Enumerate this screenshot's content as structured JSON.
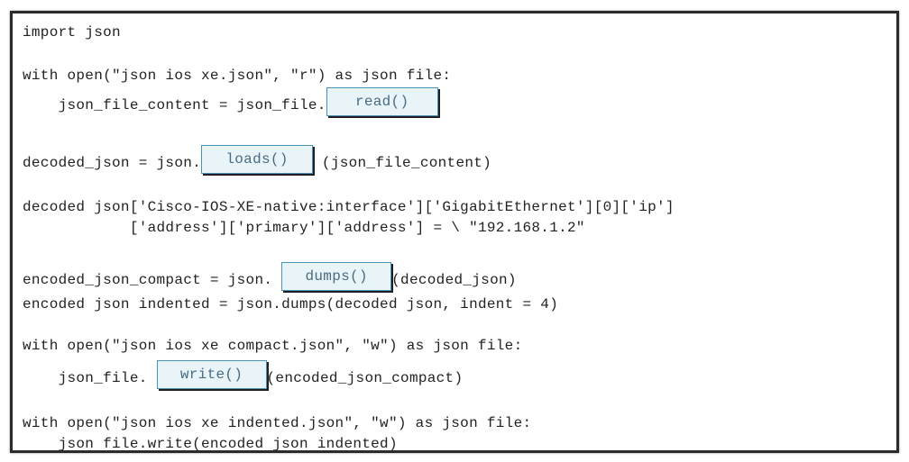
{
  "code": {
    "line_import": "import json",
    "line_open_read": "with open(\"json ios xe.json\", \"r\") as json file:",
    "line_content_prefix": "    json_file_content = json_file.",
    "line_decoded_prefix": "decoded_json = json.",
    "line_decoded_suffix": " (json_file_content)",
    "line_assign_1": "decoded json['Cisco-IOS-XE-native:interface']['GigabitEthernet'][0]['ip']",
    "line_assign_2": "            ['address']['primary']['address'] = \\ \"192.168.1.2\"",
    "line_compact_prefix": "encoded_json_compact = json. ",
    "line_compact_suffix": "(decoded_json)",
    "line_indented": "encoded json indented = json.dumps(decoded json, indent = 4)",
    "line_open_compact": "with open(\"json ios xe compact.json\", \"w\") as json file:",
    "line_write_prefix": "    json_file. ",
    "line_write_suffix": "(encoded_json_compact)",
    "line_open_indented": "with open(\"json ios xe indented.json\", \"w\") as json file:",
    "line_write_indented": "    json file.write(encoded json indented)"
  },
  "answers": {
    "read": "read()",
    "loads": "loads()",
    "dumps": "dumps()",
    "write": "write()"
  }
}
